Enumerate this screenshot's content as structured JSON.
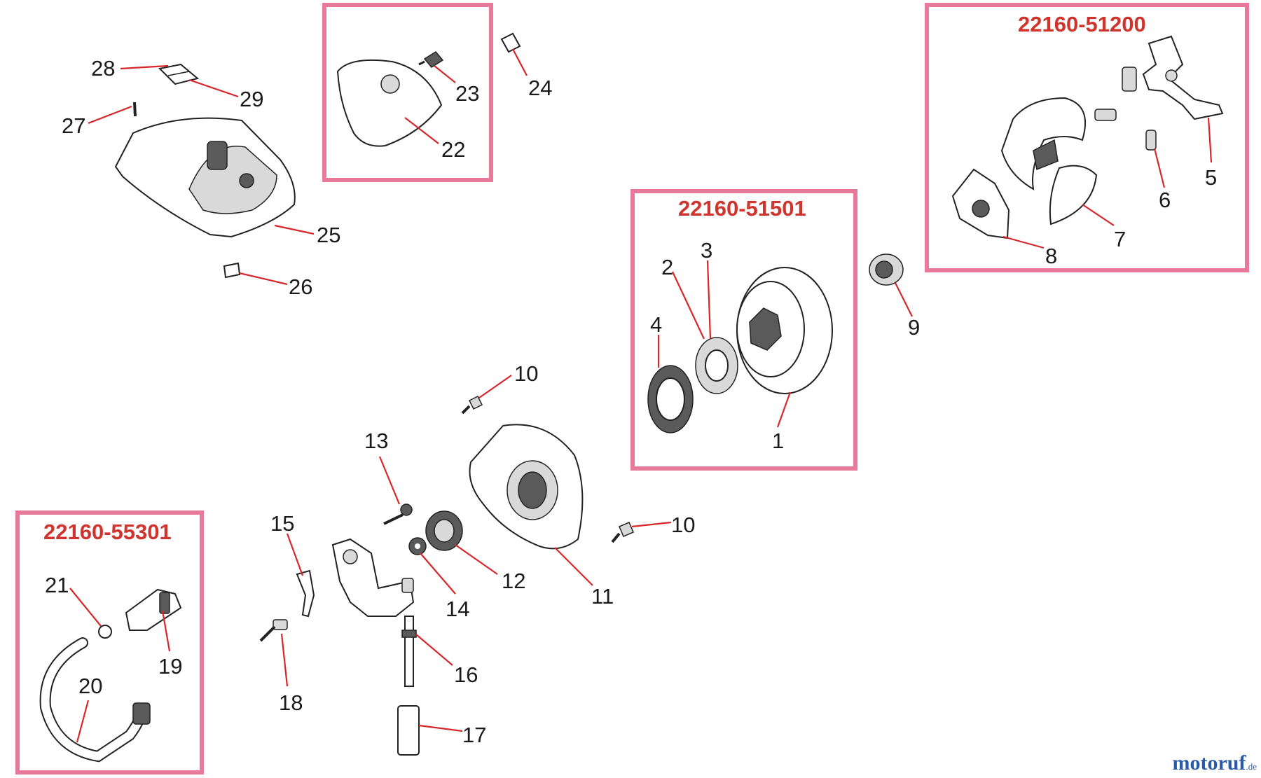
{
  "kits": [
    {
      "id": "kit-22160-51200",
      "label": "22160-51200"
    },
    {
      "id": "kit-22160-51501",
      "label": "22160-51501"
    },
    {
      "id": "kit-22160-55301",
      "label": "22160-55301"
    }
  ],
  "callouts": {
    "p1": "1",
    "p2": "2",
    "p3": "3",
    "p4": "4",
    "p5": "5",
    "p6": "6",
    "p7": "7",
    "p8": "8",
    "p9": "9",
    "p10a": "10",
    "p10b": "10",
    "p11": "11",
    "p12": "12",
    "p13": "13",
    "p14": "14",
    "p15": "15",
    "p16": "16",
    "p17": "17",
    "p18": "18",
    "p19": "19",
    "p20": "20",
    "p21": "21",
    "p22": "22",
    "p23": "23",
    "p24": "24",
    "p25": "25",
    "p26": "26",
    "p27": "27",
    "p28": "28",
    "p29": "29"
  },
  "watermark": {
    "main": "motoruf",
    "tld": ".de"
  },
  "colors": {
    "kit_box": "#e8799a",
    "kit_label": "#d0342c",
    "leader": "#d8262a",
    "watermark": "#2a5aa8"
  }
}
